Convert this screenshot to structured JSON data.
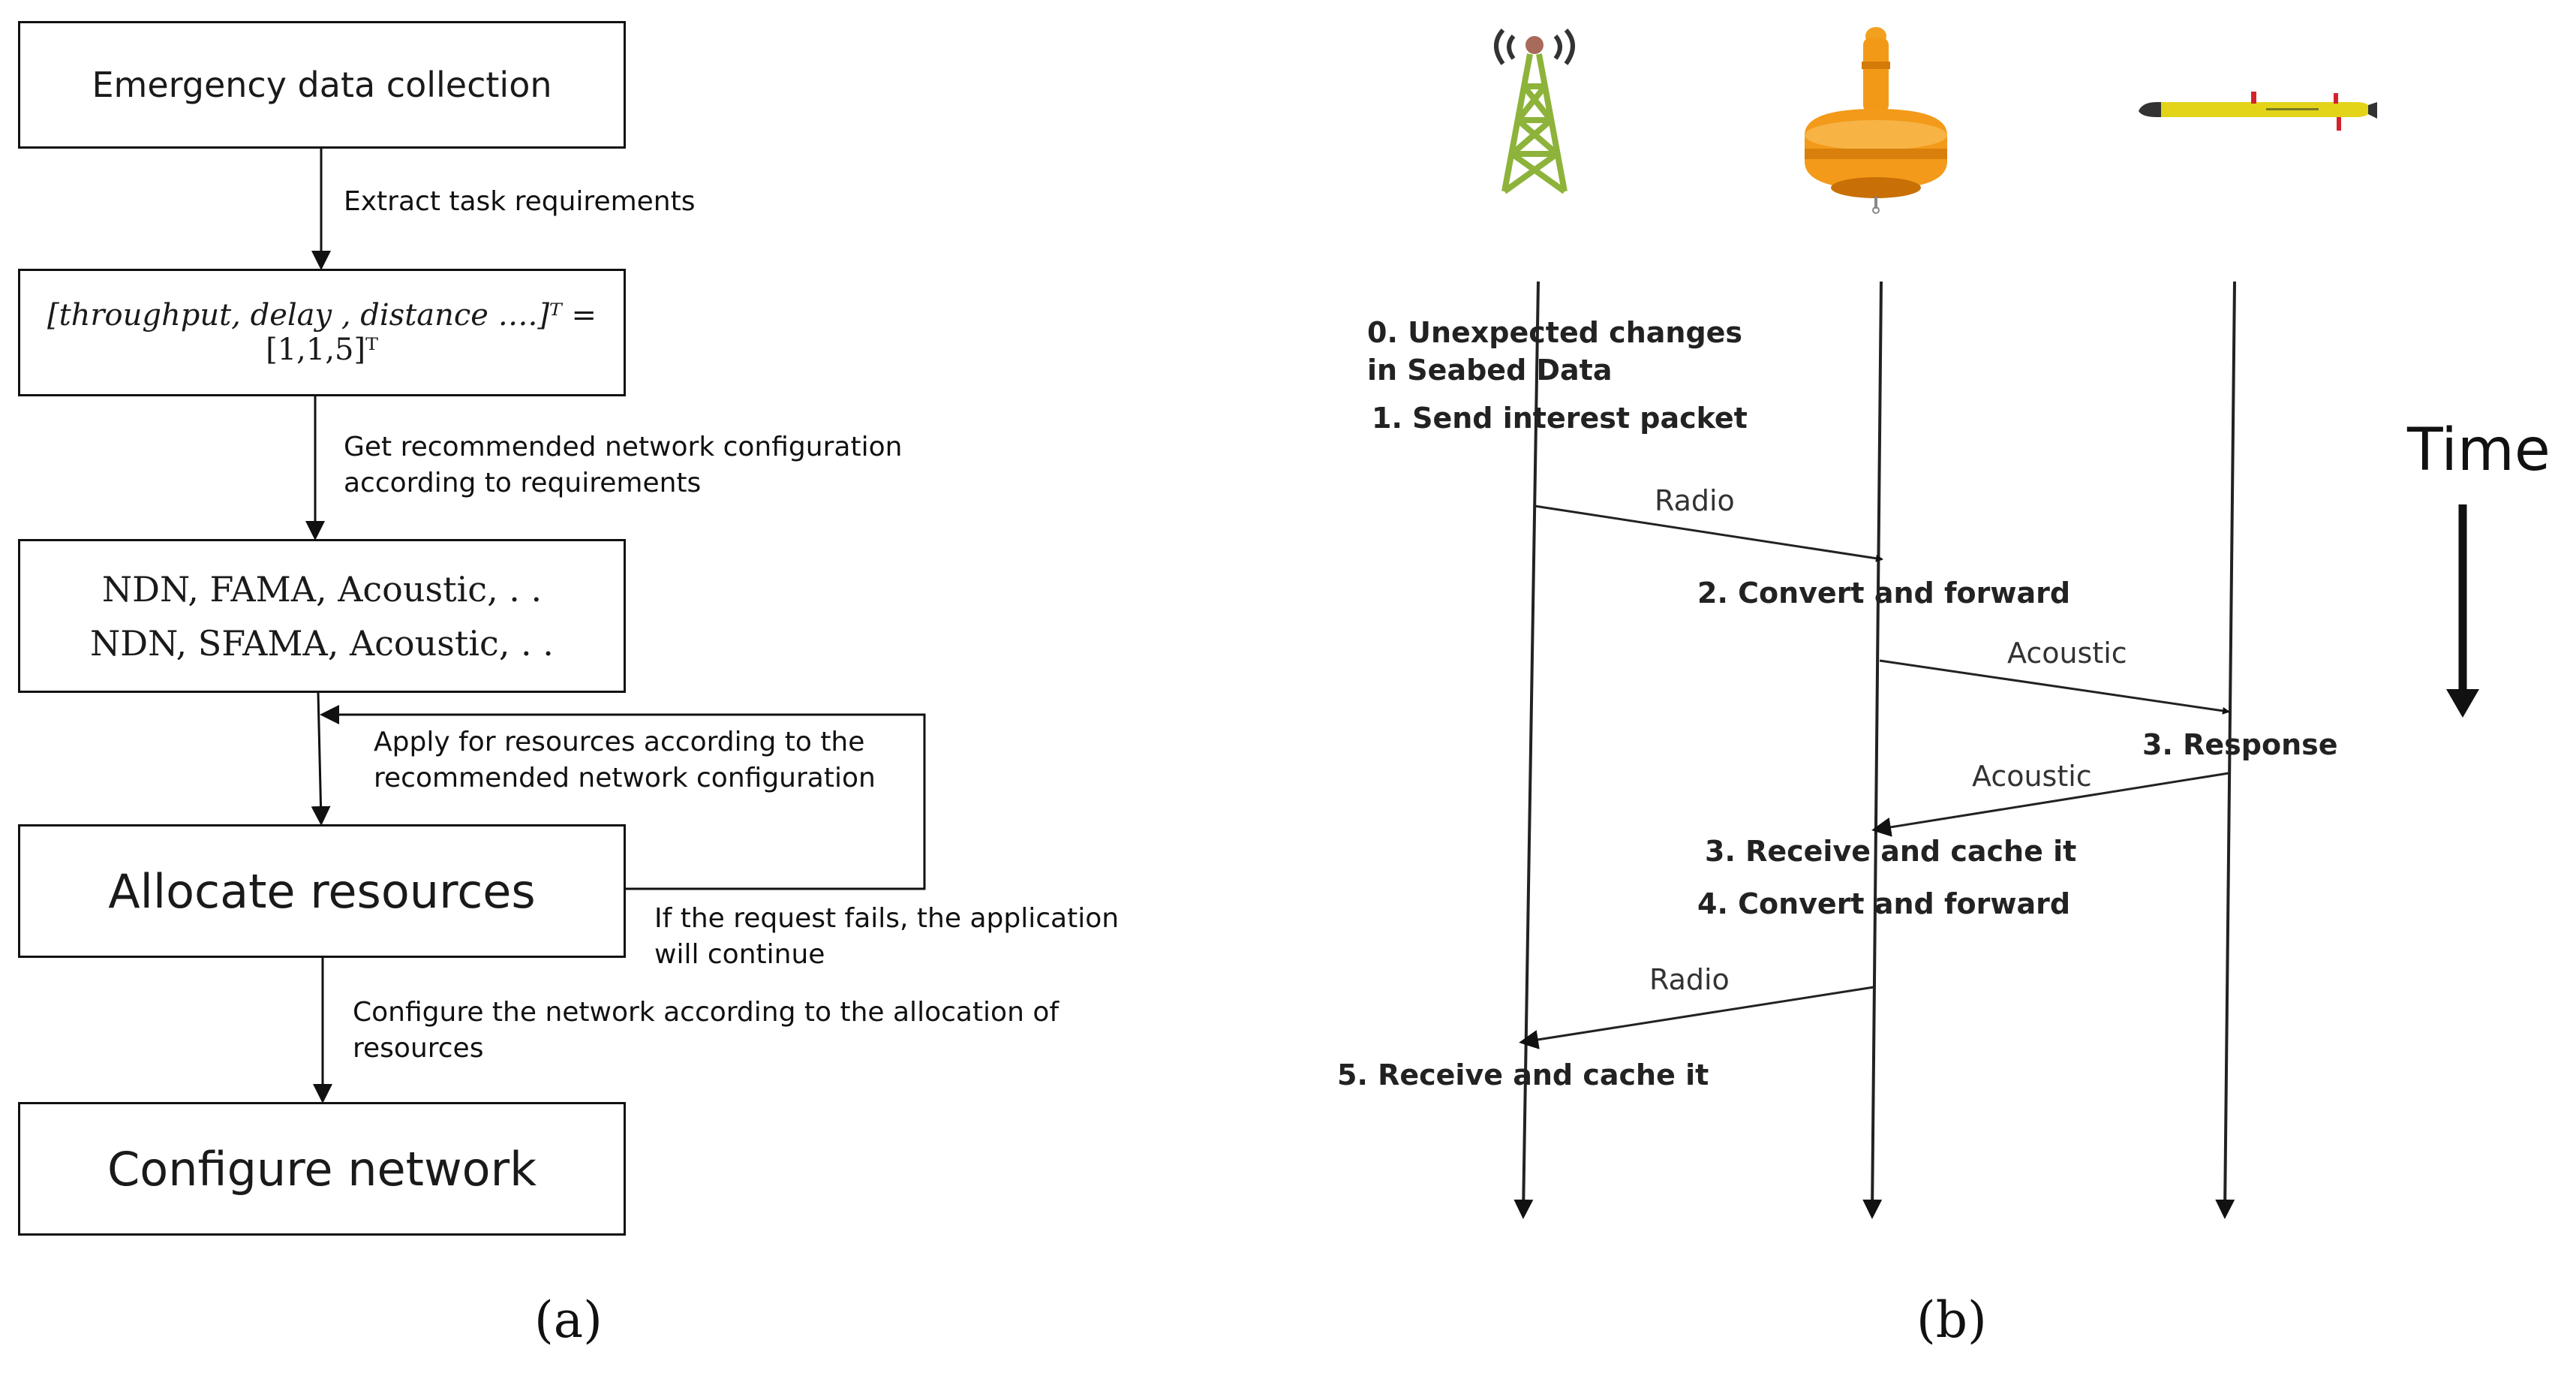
{
  "panel_a": {
    "boxes": {
      "collection": "Emergency data collection",
      "vector_line1": "[throughput, delay , distance ….]ᵀ =",
      "vector_line2": "[1,1,5]ᵀ",
      "config_row1": "NDN, FAMA, Acoustic, . .",
      "config_row2": "NDN, SFAMA, Acoustic, . .",
      "allocate": "Allocate resources",
      "configure": "Configure network"
    },
    "labels": {
      "extract": "Extract task requirements",
      "recommend_line1": "Get recommended network configuration",
      "recommend_line2": "according to requirements",
      "apply_line1": "Apply for resources according to the",
      "apply_line2": "recommended network configuration",
      "fail_line1": "If the request fails, the application",
      "fail_line2": "will continue",
      "configure_line1": "Configure the network according to the allocation of",
      "configure_line2": "resources"
    },
    "caption": "(a)"
  },
  "panel_b": {
    "icons": [
      "radio-tower-icon",
      "buoy-icon",
      "auv-icon"
    ],
    "steps": {
      "s0_line1": "0. Unexpected changes",
      "s0_line2": "in Seabed Data",
      "s1": "1. Send   interest packet",
      "s2": "2. Convert and  forward",
      "s3": "3. Response",
      "s3b": "3. Receive and cache it",
      "s4": "4. Convert and  forward",
      "s5": "5. Receive and cache it"
    },
    "messages": {
      "radio1": "Radio",
      "acoustic1": "Acoustic",
      "acoustic2": "Acoustic",
      "radio2": "Radio"
    },
    "time_label": "Time",
    "caption": "(b)"
  }
}
